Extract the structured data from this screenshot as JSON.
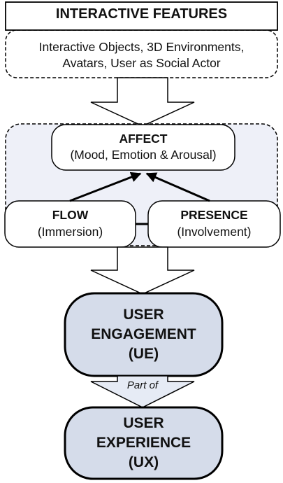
{
  "features": {
    "title": "INTERACTIVE FEATURES",
    "line1": "Interactive Objects, 3D Environments,",
    "line2": "Avatars, User as Social Actor"
  },
  "affect": {
    "title": "AFFECT",
    "subtitle": "(Mood, Emotion & Arousal)"
  },
  "flow": {
    "title": "FLOW",
    "subtitle": "(Immersion)"
  },
  "presence": {
    "title": "PRESENCE",
    "subtitle": "(Involvement)"
  },
  "ue": {
    "line1": "USER",
    "line2": "ENGAGEMENT",
    "line3": "(UE)"
  },
  "relation": "Part of",
  "ux": {
    "line1": "USER",
    "line2": "EXPERIENCE",
    "line3": "(UX)"
  },
  "colors": {
    "pill_fill": "#d5dcea",
    "region_fill": "#eef0f8",
    "arrow_fill": "#e6ebf5",
    "stroke": "#000000"
  }
}
